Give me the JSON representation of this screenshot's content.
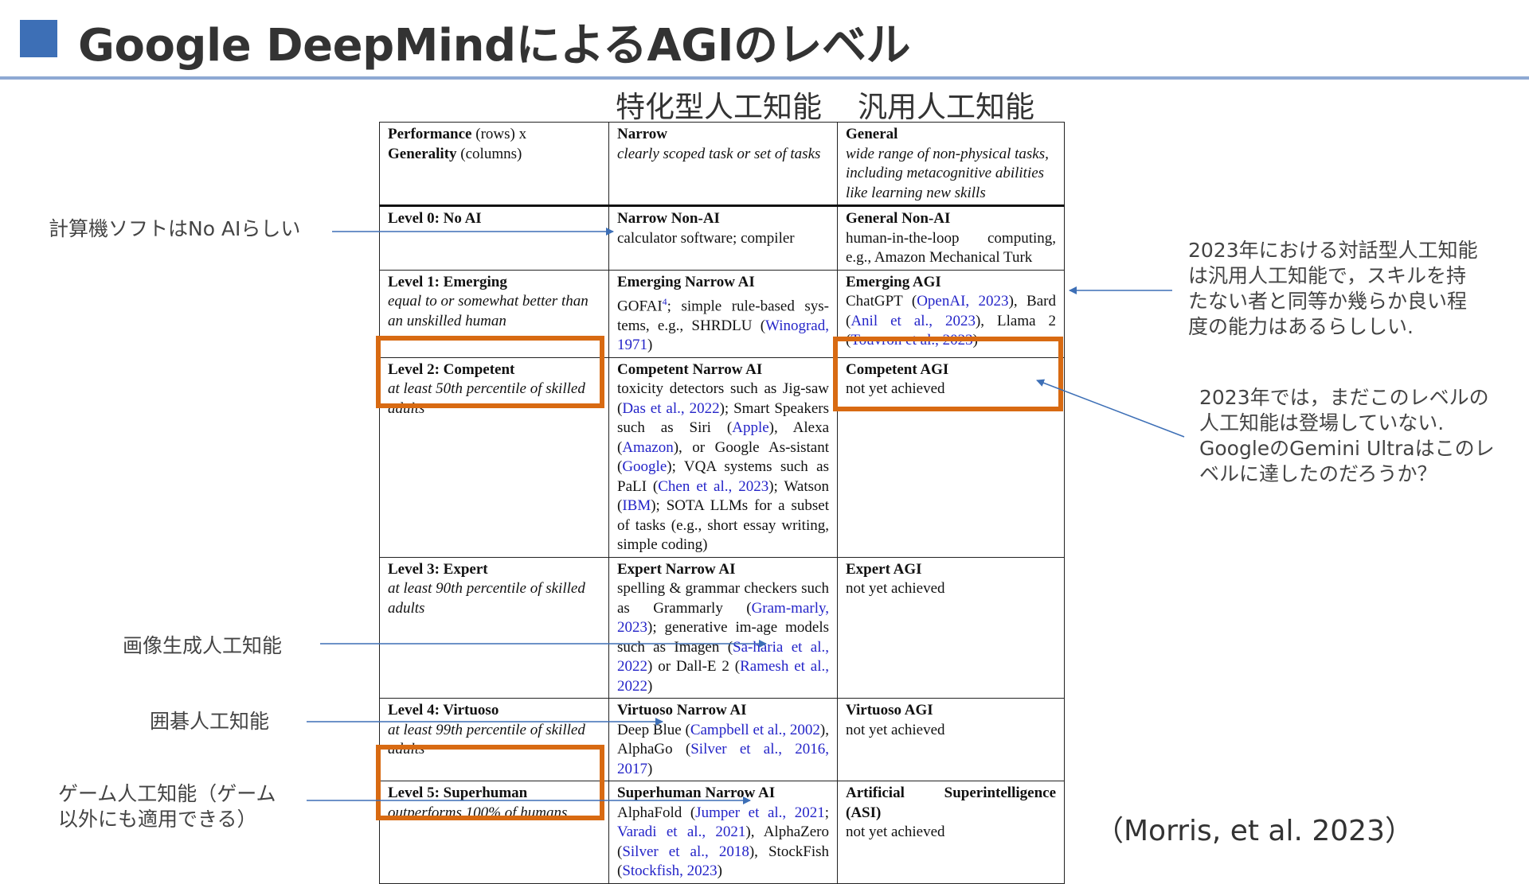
{
  "title": "Google DeepMindによるAGIのレベル",
  "column_heads": {
    "narrow": "特化型人工知能",
    "general": "汎用人工知能"
  },
  "table": {
    "header": {
      "c1_a": "Performance",
      "c1_b": " (rows) x",
      "c1_c": "Generality",
      "c1_d": " (columns)",
      "narrow_title": "Narrow",
      "narrow_desc": "clearly scoped task or set of tasks",
      "general_title": "General",
      "general_desc": "wide range of non-physical tasks, including metacognitive abilities like learning new skills"
    },
    "rows": [
      {
        "level": "Level 0: No AI",
        "level_desc": "",
        "narrow_title": "Narrow Non-AI",
        "narrow_text": "calculator software; compiler",
        "general_title": "General Non-AI",
        "general_text": "human-in-the-loop computing, e.g., Amazon Mechanical Turk"
      },
      {
        "level": "Level 1: Emerging",
        "level_desc": "equal to or somewhat better than an unskilled human",
        "narrow_title": "Emerging Narrow AI",
        "general_title": "Emerging AGI"
      },
      {
        "level": "Level 2: Competent",
        "level_desc": "at least 50th percentile of skilled adults",
        "narrow_title": "Competent Narrow AI",
        "general_title": "Competent AGI",
        "general_text": "not yet achieved"
      },
      {
        "level": "Level 3: Expert",
        "level_desc": "at least 90th percentile of skilled adults",
        "narrow_title": "Expert Narrow AI",
        "general_title": "Expert AGI",
        "general_text": "not yet achieved"
      },
      {
        "level": "Level 4: Virtuoso",
        "level_desc": "at least 99th percentile of skilled adults",
        "narrow_title": "Virtuoso Narrow AI",
        "general_title": "Virtuoso AGI",
        "general_text": "not yet achieved"
      },
      {
        "level": "Level 5: Superhuman",
        "level_desc": "outperforms 100% of humans",
        "narrow_title": "Superhuman Narrow AI",
        "general_title": "Artificial Superintelligence (ASI)",
        "general_text": "not yet achieved"
      }
    ],
    "frag": {
      "r1n_1": "GOFAI",
      "r1n_sup": "4",
      "r1n_2": "; simple rule-based sys-tems, e.g., SHRDLU (",
      "r1n_c1": "Winograd, 1971",
      "r1n_3": ")",
      "r1g_1": "ChatGPT (",
      "r1g_c1": "OpenAI, 2023",
      "r1g_2": "), Bard (",
      "r1g_c2": "Anil et al., 2023",
      "r1g_3": "), Llama 2 (",
      "r1g_c3": "Touvron et al., 2023",
      "r1g_4": ")",
      "r2n_1": "toxicity detectors such as Jig-saw (",
      "r2n_c1": "Das et al., 2022",
      "r2n_2": "); Smart Speakers such as Siri (",
      "r2n_c2": "Apple",
      "r2n_3": "), Alexa (",
      "r2n_c3": "Amazon",
      "r2n_4": "), or Google As-sistant (",
      "r2n_c4": "Google",
      "r2n_5": "); VQA systems such as PaLI (",
      "r2n_c5": "Chen et al., 2023",
      "r2n_6": "); Watson (",
      "r2n_c6": "IBM",
      "r2n_7": "); SOTA LLMs for a subset of tasks (e.g., short essay writing, simple coding)",
      "r3n_1": "spelling & grammar checkers such as Grammarly (",
      "r3n_c1": "Gram-marly, 2023",
      "r3n_2": "); generative im-age models such as Imagen (",
      "r3n_c2": "Sa-haria et al., 2022",
      "r3n_3": ") or Dall-E 2 (",
      "r3n_c3": "Ramesh et al., 2022",
      "r3n_4": ")",
      "r4n_1": "Deep Blue (",
      "r4n_c1": "Campbell et al., 2002",
      "r4n_2": "), AlphaGo (",
      "r4n_c2": "Silver et al., 2016, 2017",
      "r4n_3": ")",
      "r5n_1": "AlphaFold (",
      "r5n_c1": "Jumper et al., 2021",
      "r5n_2": "; ",
      "r5n_c2": "Varadi et al., 2021",
      "r5n_3": "), AlphaZero (",
      "r5n_c3": "Silver et al., 2018",
      "r5n_4": "), StockFish (",
      "r5n_c4": "Stockfish, 2023",
      "r5n_5": ")"
    }
  },
  "annotations": {
    "calculator": "計算機ソフトはNo AIらしい",
    "image_gen": "画像生成人工知能",
    "go": "囲碁人工知能",
    "game_1": "ゲーム人工知能（ゲーム",
    "game_2": "以外にも適用できる）",
    "dialog_1": "2023年における対話型人工知能",
    "dialog_2": "は汎用人工知能で，スキルを持",
    "dialog_3": "たない者と同等か幾らか良い程",
    "dialog_4": "度の能力はあるらししい.",
    "competent_1": "2023年では，まだこのレベルの",
    "competent_2": "人工知能は登場していない.",
    "competent_3": "GoogleのGemini Ultraはこのレ",
    "competent_4": "ベルに達したのだろうか？"
  },
  "citation": "（Morris, et al. 2023）",
  "colors": {
    "accent": "#3d6fb6",
    "highlight": "#d86a12",
    "arrow": "#3d6fb6",
    "link": "#2424c8"
  }
}
